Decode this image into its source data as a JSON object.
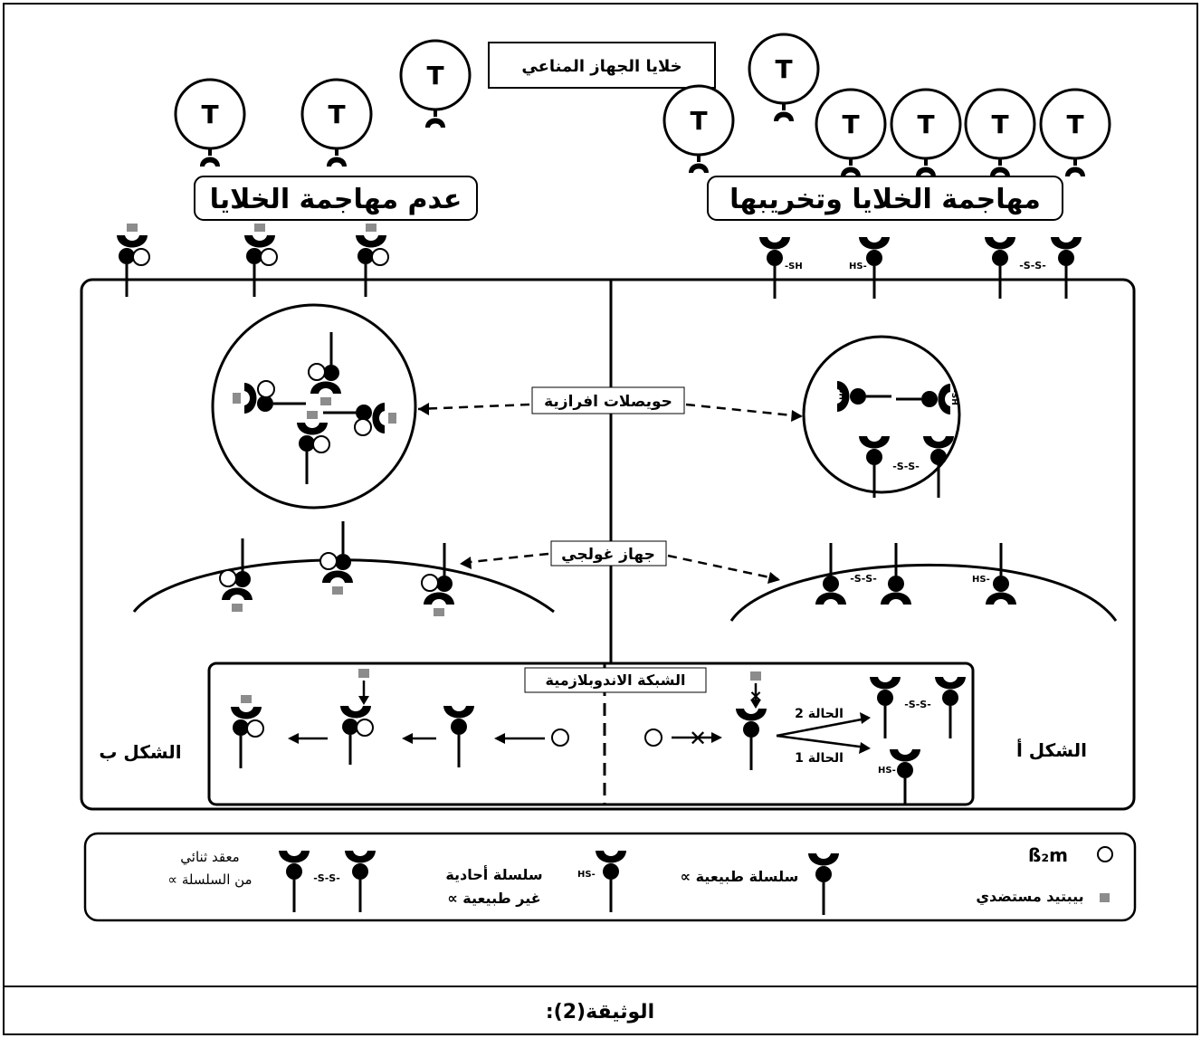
{
  "document": {
    "caption": "الوثيقة(2):"
  },
  "header": {
    "immune_cells_label": "خلايا الجهاز المناعي",
    "left_title": "عدم مهاجمة الخلايا",
    "right_title": "مهاجمة الخلايا وتخريبها",
    "t_cell_letter": "T"
  },
  "labels": {
    "vesicles": "حويصلات افرازية",
    "golgi": "جهاز غولجي",
    "er": "الشبكة الاندوبلازمية",
    "figure_a": "الشكل أ",
    "figure_b": "الشكل ب",
    "case_1": "الحالة 1",
    "case_2": "الحالة 2",
    "sh": "-SH",
    "hs": "HS-",
    "ss": "-S-S-"
  },
  "legend": {
    "b2m": "ß₂m",
    "peptide": "بيبتيد مستضدي",
    "normal_chain": "سلسلة طبيعية ∝",
    "abnormal_line1": "سلسلة أحادية",
    "abnormal_line2": "غير طبيعية ∝",
    "dimer_line1": "معقد ثنائي",
    "dimer_line2": "من السلسلة ∝"
  },
  "colors": {
    "ink": "#000000",
    "peptide": "#8c8c8c",
    "paper": "#ffffff"
  }
}
